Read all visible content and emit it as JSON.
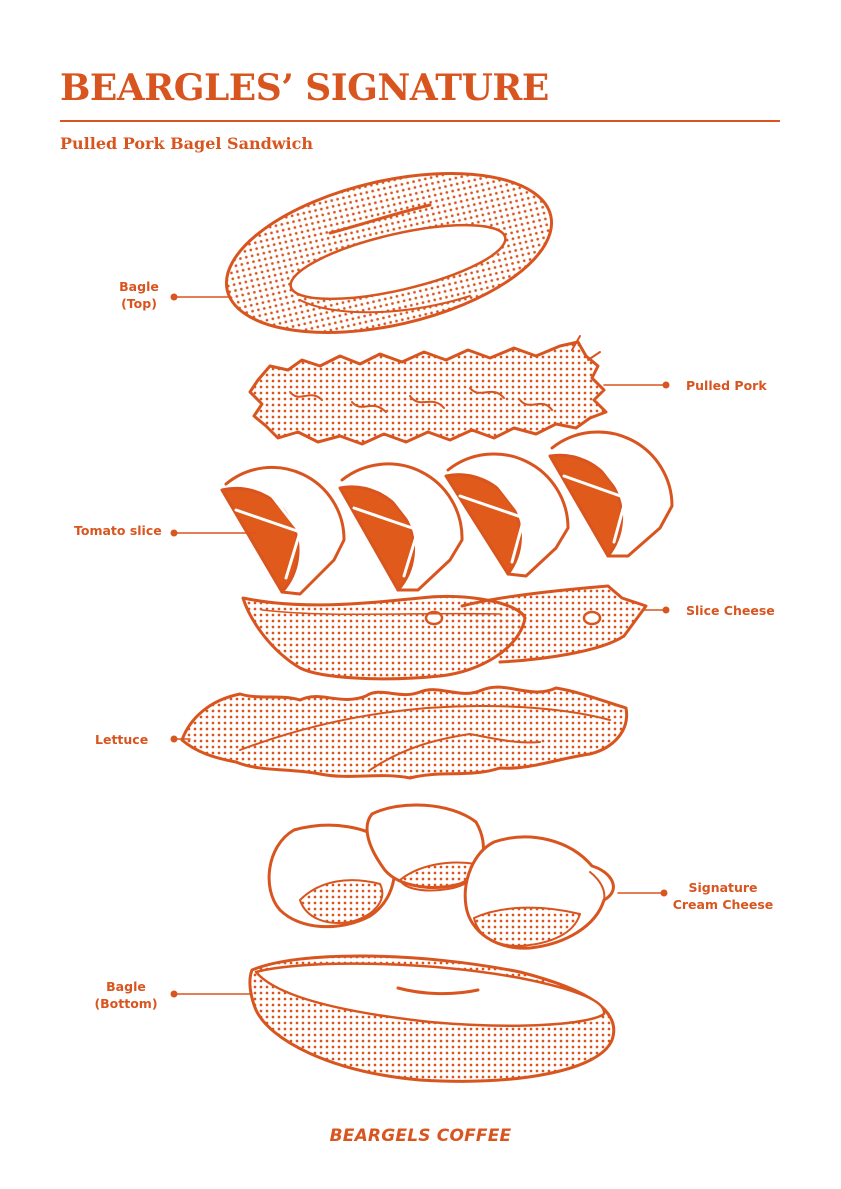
{
  "header": {
    "title": "BEARGLES’ SIGNATURE",
    "subtitle": "Pulled Pork Bagel Sandwich"
  },
  "labels": {
    "bagle_top": [
      "Bagle",
      "(Top)"
    ],
    "pulled_pork": "Pulled Pork",
    "tomato_slice": "Tomato slice",
    "slice_cheese": "Slice Cheese",
    "lettuce": "Lettuce",
    "cream_cheese": [
      "Signature",
      "Cream Cheese"
    ],
    "bagle_bottom": [
      "Bagle",
      "(Bottom)"
    ]
  },
  "footer": {
    "brand": "BEARGELS COFFEE"
  },
  "colors": {
    "accent": "#d9551f",
    "tomato_fill": "#e05a1c",
    "background": "#ffffff"
  }
}
